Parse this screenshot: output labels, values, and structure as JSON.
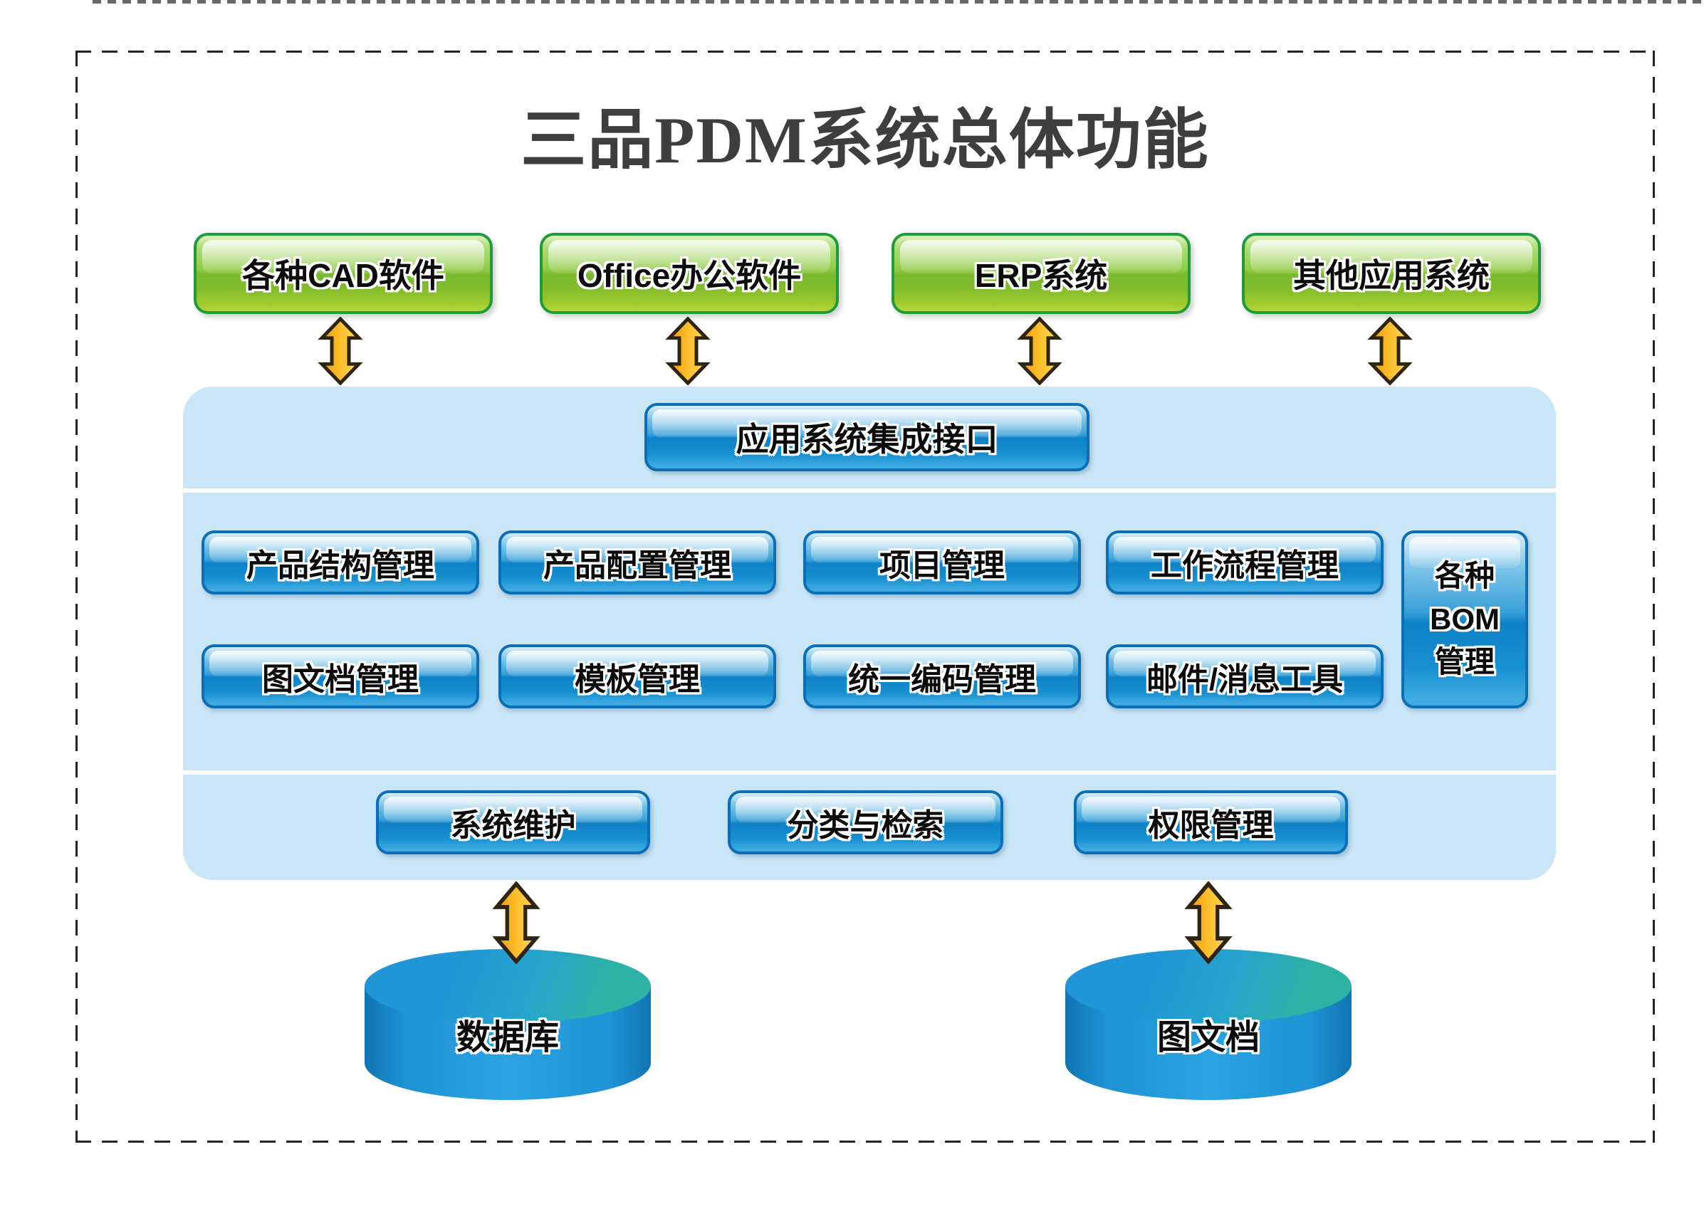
{
  "title": "三品PDM系统总体功能",
  "external_systems": {
    "items": [
      {
        "label": "各种CAD软件"
      },
      {
        "label": "Office办公软件"
      },
      {
        "label": "ERP系统"
      },
      {
        "label": "其他应用系统"
      }
    ]
  },
  "platform": {
    "integration_interface": "应用系统集成接口",
    "core_modules_row1": [
      {
        "label": "产品结构管理"
      },
      {
        "label": "产品配置管理"
      },
      {
        "label": "项目管理"
      },
      {
        "label": "工作流程管理"
      }
    ],
    "core_modules_row2": [
      {
        "label": "图文档管理"
      },
      {
        "label": "模板管理"
      },
      {
        "label": "统一编码管理"
      },
      {
        "label": "邮件/消息工具"
      }
    ],
    "bom_module": {
      "line1": "各种",
      "line2": "BOM",
      "line3": "管理"
    },
    "support_modules": [
      {
        "label": "系统维护"
      },
      {
        "label": "分类与检索"
      },
      {
        "label": "权限管理"
      }
    ]
  },
  "storage": {
    "items": [
      {
        "label": "数据库"
      },
      {
        "label": "图文档"
      }
    ]
  },
  "colors": {
    "green_box_border": "#1d9c38",
    "blue_button_border": "#0c6fb6",
    "panel_background": "#c9e6f7",
    "arrow_fill": "#f6a81c",
    "arrow_outline": "#2e2412",
    "title_color": "#3e3e40"
  }
}
